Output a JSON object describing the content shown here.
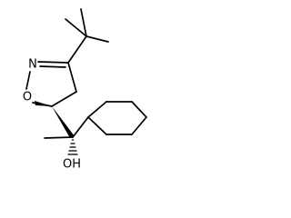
{
  "molecule": {
    "atom_labels": {
      "nitrogen": "N",
      "oxygen": "O",
      "hydroxyl": "OH"
    }
  },
  "colors": {
    "background": "#ffffff",
    "ink": "#000000"
  }
}
